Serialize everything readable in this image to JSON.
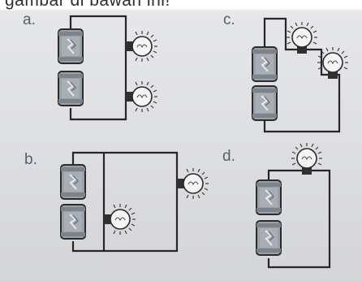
{
  "header_text": "gambar di bawah ini!",
  "panels": [
    {
      "id": "a",
      "label": "a."
    },
    {
      "id": "b",
      "label": "b."
    },
    {
      "id": "c",
      "label": "c."
    },
    {
      "id": "d",
      "label": "d."
    }
  ],
  "colors": {
    "wire": "#262626",
    "battery_band": "#8a8f96",
    "battery_body": "#9aa0a8",
    "bulb_glass": "#f4f4f4",
    "bulb_base": "#303030",
    "background": "#dcdde0"
  }
}
